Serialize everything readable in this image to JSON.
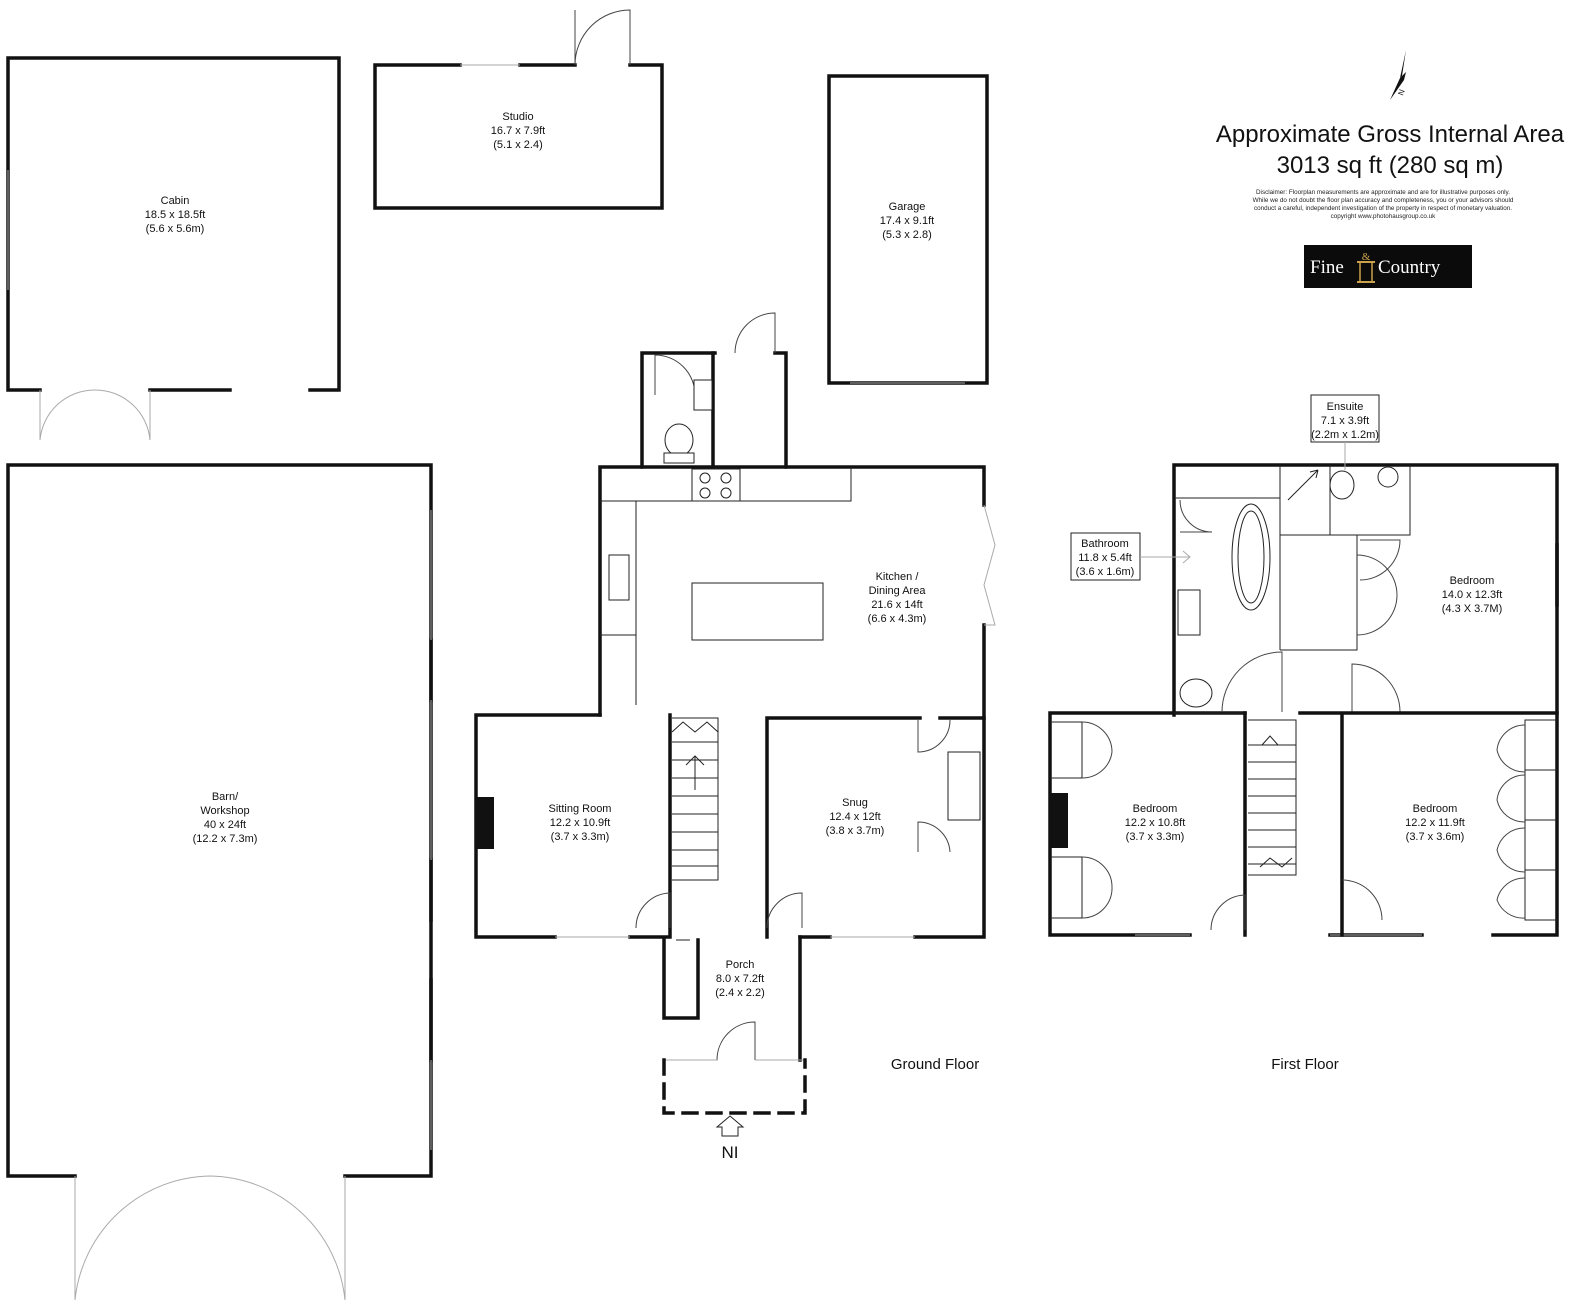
{
  "header": {
    "area_title": "Approximate Gross Internal Area",
    "area_value": "3013 sq ft (280 sq m)",
    "disclaimer": [
      "Disclaimer: Floorplan measurements are approximate and are for illustrative purposes only.",
      "While we do not doubt the floor plan accuracy and completeness, you or your advisors should",
      "conduct a careful, independent investigation of the property in respect of monetary valuation.",
      "copyright www.photohausgroup.co.uk"
    ],
    "compass_letter": "N"
  },
  "logo": {
    "part1": "Fine",
    "part2": "Country",
    "bg_color": "#0b0b0b"
  },
  "floors": {
    "ground": "Ground Floor",
    "first": "First Floor"
  },
  "entrance_label": "NI",
  "rooms": {
    "cabin": {
      "name": "Cabin",
      "dims_ft": "18.5 x 18.5ft",
      "dims_m": "(5.6 x 5.6m)"
    },
    "studio": {
      "name": "Studio",
      "dims_ft": "16.7 x 7.9ft",
      "dims_m": "(5.1 x 2.4)"
    },
    "garage": {
      "name": "Garage",
      "dims_ft": "17.4 x 9.1ft",
      "dims_m": "(5.3 x 2.8)"
    },
    "barn": {
      "name": "Barn/",
      "name2": "Workshop",
      "dims_ft": "40 x 24ft",
      "dims_m": "(12.2 x 7.3m)"
    },
    "kitchen": {
      "name": "Kitchen /",
      "name2": "Dining Area",
      "dims_ft": "21.6 x 14ft",
      "dims_m": "(6.6 x 4.3m)"
    },
    "sitting": {
      "name": "Sitting Room",
      "dims_ft": "12.2 x 10.9ft",
      "dims_m": "(3.7 x 3.3m)"
    },
    "snug": {
      "name": "Snug",
      "dims_ft": "12.4 x 12ft",
      "dims_m": "(3.8 x 3.7m)"
    },
    "porch": {
      "name": "Porch",
      "dims_ft": "8.0 x 7.2ft",
      "dims_m": "(2.4 x 2.2)"
    },
    "ensuite": {
      "name": "Ensuite",
      "dims_ft": "7.1 x 3.9ft",
      "dims_m": "(2.2m x 1.2m)"
    },
    "bathroom": {
      "name": "Bathroom",
      "dims_ft": "11.8 x 5.4ft",
      "dims_m": "(3.6 x 1.6m)"
    },
    "bedroom_main": {
      "name": "Bedroom",
      "dims_ft": "14.0 x 12.3ft",
      "dims_m": "(4.3 X 3.7M)"
    },
    "bedroom_left": {
      "name": "Bedroom",
      "dims_ft": "12.2 x 10.8ft",
      "dims_m": "(3.7 x 3.3m)"
    },
    "bedroom_right": {
      "name": "Bedroom",
      "dims_ft": "12.2 x 11.9ft",
      "dims_m": "(3.7 x 3.6m)"
    }
  }
}
